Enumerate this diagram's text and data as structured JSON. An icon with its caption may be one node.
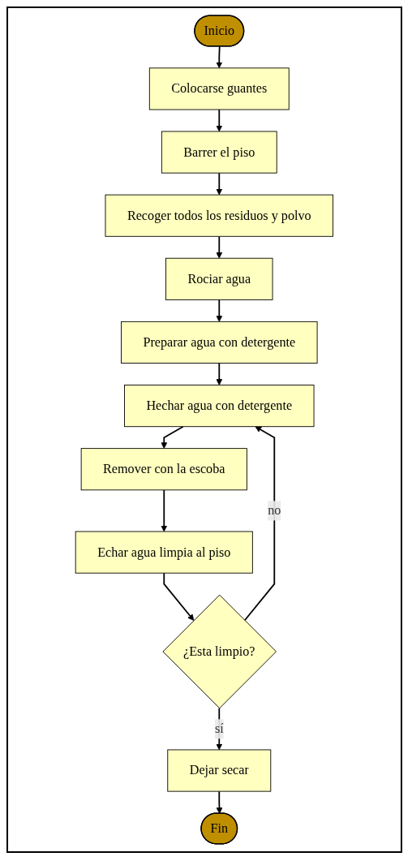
{
  "diagram": {
    "nodes": [
      {
        "text": [
          "Inicio"
        ]
      },
      {
        "text": [
          "Colocarse guantes"
        ]
      },
      {
        "text": [
          "Barrer el piso"
        ]
      },
      {
        "text": [
          "Recoger todos los residuos y polvo"
        ]
      },
      {
        "text": [
          "Rociar agua"
        ]
      },
      {
        "text": [
          "Preparar agua con detergente"
        ]
      },
      {
        "text": [
          "Hechar agua con detergente"
        ]
      },
      {
        "text": [
          "Remover con la escoba"
        ]
      },
      {
        "text": [
          "Echar agua limpia al piso"
        ]
      },
      {
        "text": [
          "¿Esta limpio?"
        ]
      },
      {
        "text": [
          "Dejar secar"
        ]
      },
      {
        "text": [
          "Fin"
        ]
      }
    ],
    "edges": [
      {
        "from": 0,
        "to": 1,
        "arrow": "to"
      },
      {
        "from": 1,
        "to": 2,
        "arrow": "to"
      },
      {
        "from": 2,
        "to": 3,
        "arrow": "to"
      },
      {
        "from": 3,
        "to": 4,
        "arrow": "to"
      },
      {
        "from": 4,
        "to": 5,
        "arrow": "to"
      },
      {
        "from": 5,
        "to": 6,
        "arrow": "to"
      },
      {
        "from": 6,
        "to": 7,
        "arrow": "to"
      },
      {
        "from": 7,
        "to": 8,
        "arrow": "to"
      },
      {
        "from": 8,
        "to": 9,
        "arrow": "to"
      },
      {
        "from": 9,
        "to": 6,
        "label": "no",
        "arrow": "to"
      },
      {
        "from": 9,
        "to": 10,
        "label": "sí",
        "arrow": "to"
      },
      {
        "from": 10,
        "to": 11,
        "arrow": "to"
      }
    ]
  }
}
